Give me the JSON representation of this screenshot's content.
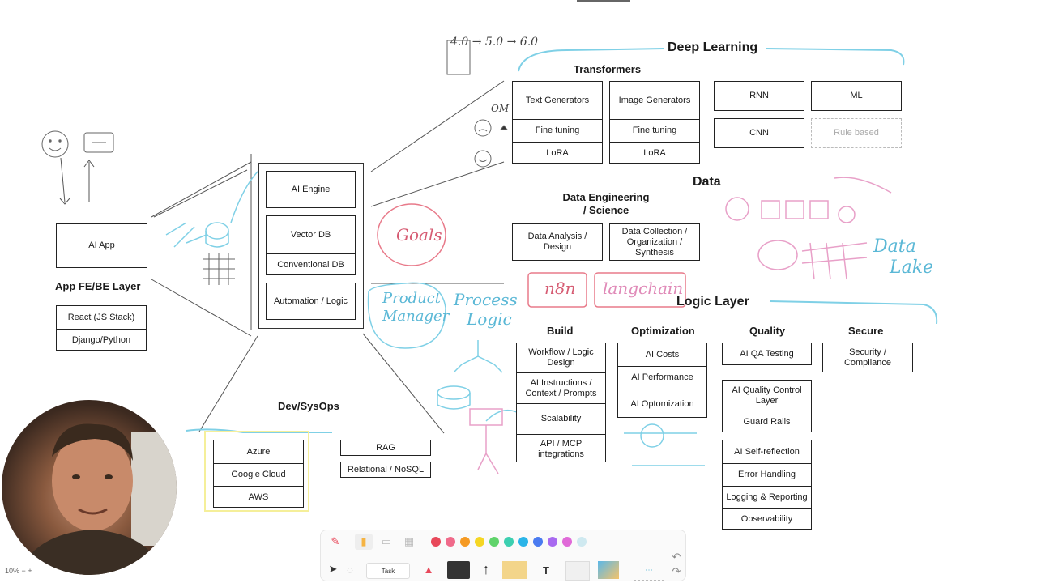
{
  "handwriting": {
    "versions": "4.0 → 5.0 → 6.0",
    "goals": "Goals",
    "product_manager_line1": "Product",
    "product_manager_line2": "Manager",
    "process_logic_line1": "Process",
    "process_logic_line2": "Logic",
    "n8n": "n8n",
    "langchain": "langchain",
    "data_lake_line1": "Data",
    "data_lake_line2": "Lake",
    "om": "OM"
  },
  "app_layer": {
    "ai_app": "AI App",
    "heading": "App FE/BE Layer",
    "stack": [
      "React (JS Stack)",
      "Django/Python"
    ]
  },
  "engine": {
    "ai_engine": "AI Engine",
    "vector_db": "Vector DB",
    "conventional_db": "Conventional DB",
    "automation": "Automation / Logic"
  },
  "deep_learning": {
    "heading": "Deep Learning",
    "transformers_heading": "Transformers",
    "text_generators": [
      "Text Generators",
      "Fine tuning",
      "LoRA"
    ],
    "image_generators": [
      "Image Generators",
      "Fine tuning",
      "LoRA"
    ],
    "rnn": "RNN",
    "ml": "ML",
    "cnn": "CNN",
    "rule_based": "Rule based"
  },
  "data": {
    "heading": "Data",
    "engineering_heading_line1": "Data Engineering",
    "engineering_heading_line2": "/ Science",
    "analysis": "Data Analysis / Design",
    "collection": "Data Collection / Organization / Synthesis"
  },
  "logic_layer": {
    "heading": "Logic Layer",
    "build_heading": "Build",
    "build": [
      "Workflow / Logic Design",
      "AI Instructions / Context / Prompts",
      "Scalability",
      "API / MCP integrations"
    ],
    "optimization_heading": "Optimization",
    "optimization": [
      "AI Costs",
      "AI Performance",
      "AI Optomization"
    ],
    "quality_heading": "Quality",
    "quality_top": "AI QA Testing",
    "quality_mid": [
      "AI Quality Control Layer",
      "Guard Rails"
    ],
    "quality_bottom": [
      "AI Self-reflection",
      "Error Handling",
      "Logging & Reporting",
      "Observability"
    ],
    "secure_heading": "Secure",
    "secure": "Security / Compliance"
  },
  "devsysops": {
    "heading": "Dev/SysOps",
    "clouds": [
      "Azure",
      "Google Cloud",
      "AWS"
    ],
    "rag": "RAG",
    "relational": "Relational / NoSQL"
  },
  "toolbar": {
    "colors": [
      "#e8485a",
      "#f06a8a",
      "#f59a23",
      "#f5d623",
      "#5fd36a",
      "#3ccfb0",
      "#2ab4e8",
      "#4a7bf0",
      "#a86af0",
      "#e06ad8",
      "#cfe9f0"
    ],
    "tool_text": "T",
    "task_label": "Task"
  },
  "status": {
    "zoom": "10%"
  }
}
